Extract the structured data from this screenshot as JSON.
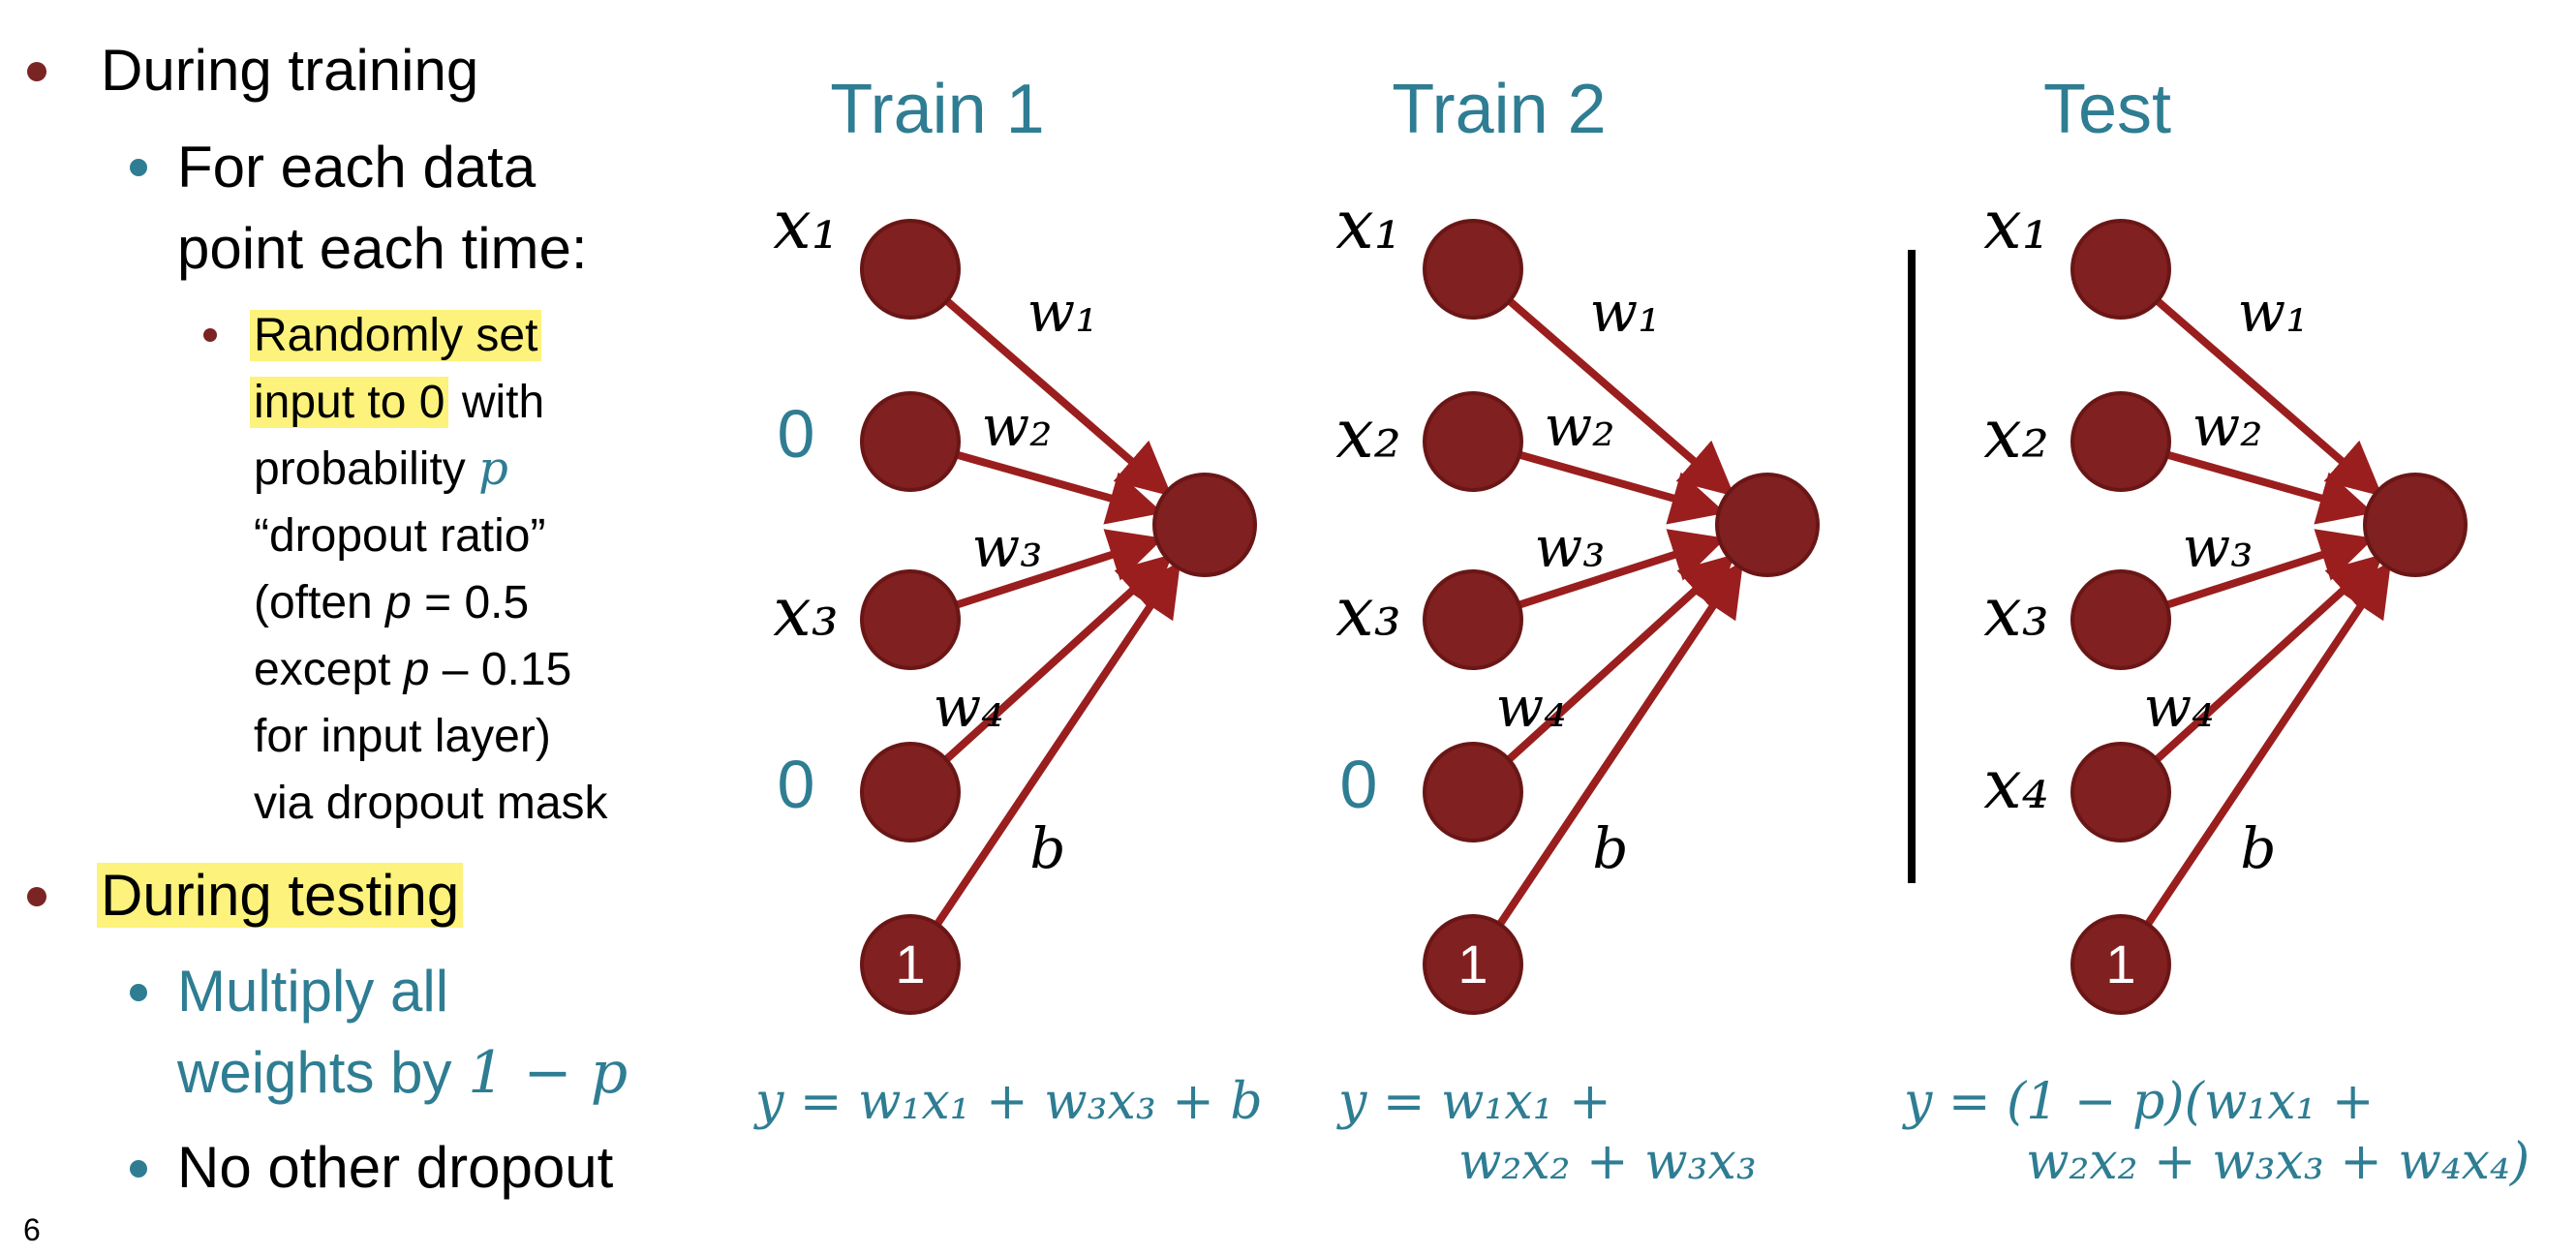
{
  "colors": {
    "node": "#802020",
    "node_stroke": "#6a1616",
    "edge": "#9a1e1e",
    "accent_teal": "#2e7d93",
    "highlight": "#fdf27b",
    "bullet_red": "#7b2424"
  },
  "left_panel": {
    "during_training": "During training",
    "for_each_line1": "For each data",
    "for_each_line2": "point each time:",
    "randomly_line1": "Randomly set",
    "randomly_line2_hl": "input to 0",
    "randomly_line2_rest": " with",
    "probability_text": "probability ",
    "p_symbol": "p",
    "dropout_ratio": "“dropout ratio”",
    "often_prefix": "(often ",
    "often_p": "p",
    "often_suffix": " = 0.5",
    "except_prefix": "except ",
    "except_p": "p",
    "except_suffix": " – 0.15",
    "for_input_layer": "for input layer)",
    "via_mask": "via dropout mask",
    "during_testing": "During testing",
    "multiply_line1": "Multiply all",
    "multiply_line2_text": "weights by ",
    "multiply_line2_math": "1 − p",
    "no_other": "No other dropout"
  },
  "slide_number": "6",
  "diagrams": [
    {
      "title": "Train 1",
      "inputs": [
        "x₁",
        "0",
        "x₃",
        "0",
        "1"
      ],
      "weights": [
        "w₁",
        "w₂",
        "w₃",
        "w₄",
        "b"
      ],
      "formula_line1": "y = w₁x₁ + w₃x₃ + b",
      "formula_line2": ""
    },
    {
      "title": "Train 2",
      "inputs": [
        "x₁",
        "x₂",
        "x₃",
        "0",
        "1"
      ],
      "weights": [
        "w₁",
        "w₂",
        "w₃",
        "w₄",
        "b"
      ],
      "formula_line1": "y = w₁x₁ +",
      "formula_line2": "w₂x₂ + w₃x₃"
    },
    {
      "title": "Test",
      "inputs": [
        "x₁",
        "x₂",
        "x₃",
        "x₄",
        "1"
      ],
      "weights": [
        "w₁",
        "w₂",
        "w₃",
        "w₄",
        "b"
      ],
      "formula_line1": "y = (1 − p)(w₁x₁ +",
      "formula_line2": "w₂x₂ + w₃x₃ + w₄x₄)"
    }
  ]
}
